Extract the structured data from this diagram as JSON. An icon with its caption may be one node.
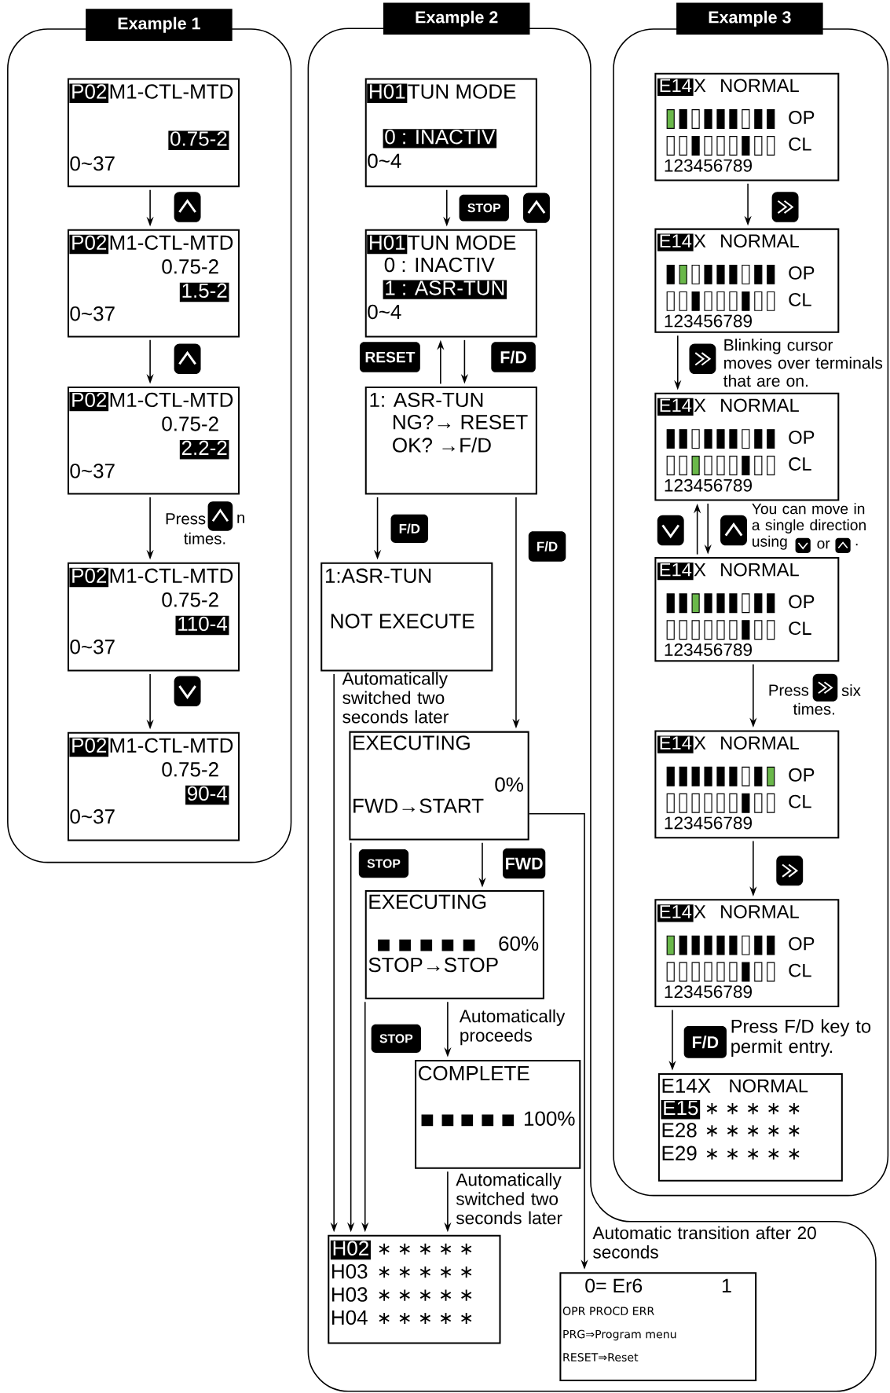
{
  "diagram": {
    "nodes": [
      {
        "text": [
          "Example 1"
        ]
      },
      {
        "text": [
          "P02",
          "M1-CTL-MTD",
          "0.75-2",
          "0~37"
        ],
        "in": 0
      },
      {
        "text": [
          "P02",
          "M1-CTL-MTD",
          "0.75-2",
          "1.5-2",
          "0~37"
        ],
        "in": 0
      },
      {
        "text": [
          "P02",
          "M1-CTL-MTD",
          "0.75-2",
          "2.2-2",
          "0~37"
        ],
        "in": 0
      },
      {
        "text": [
          "P02",
          "M1-CTL-MTD",
          "0.75-2",
          "110-4",
          "0~37"
        ],
        "in": 0
      },
      {
        "text": [
          "P02",
          "M1-CTL-MTD",
          "0.75-2",
          "90-4",
          "0~37"
        ],
        "in": 0
      },
      {
        "text": [
          "Example 2"
        ]
      },
      {
        "text": [
          "H01",
          "TUN MODE",
          "0 : INACTIV",
          "0~4"
        ],
        "in": 6
      },
      {
        "text": [
          "H01",
          "TUN MODE",
          "0 : INACTIV",
          "1 : ASR-TUN",
          "0~4"
        ],
        "in": 6
      },
      {
        "text": [
          "1: ASR-TUN",
          "NG?→ RESET",
          "OK? →F/D"
        ],
        "in": 6
      },
      {
        "text": [
          "1:ASR-TUN",
          "NOT EXECUTE"
        ],
        "in": 6
      },
      {
        "text": [
          "EXECUTING",
          "0%",
          "FWD→START"
        ],
        "in": 6
      },
      {
        "text": [
          "EXECUTING",
          "60%",
          "STOP→STOP"
        ],
        "in": 6
      },
      {
        "text": [
          "COMPLETE",
          "100%"
        ],
        "in": 6
      },
      {
        "text": [
          "H02",
          "∗ ∗ ∗ ∗ ∗",
          "H03",
          "∗ ∗ ∗ ∗ ∗",
          "H03",
          "∗ ∗ ∗ ∗ ∗",
          "H04",
          "∗ ∗ ∗ ∗ ∗"
        ],
        "in": 6
      },
      {
        "text": [
          "0= Er6",
          "1",
          "OPR PROCD ERR",
          "PRG⇒Program menu",
          "RESET⇒Reset"
        ],
        "in": 6
      },
      {
        "text": [
          "Example 3"
        ]
      },
      {
        "text": [
          "E14",
          "X",
          "NORMAL",
          "OP",
          "CL",
          "123456789"
        ],
        "in": 16
      },
      {
        "text": [
          "E14",
          "X",
          "NORMAL",
          "OP",
          "CL",
          "123456789"
        ],
        "in": 16
      },
      {
        "text": [
          "E14",
          "X",
          "NORMAL",
          "OP",
          "CL",
          "123456789"
        ],
        "in": 16
      },
      {
        "text": [
          "E14",
          "X",
          "NORMAL",
          "OP",
          "CL",
          "123456789"
        ],
        "in": 16
      },
      {
        "text": [
          "E14",
          "X",
          "NORMAL",
          "OP",
          "CL",
          "123456789"
        ],
        "in": 16
      },
      {
        "text": [
          "E14",
          "X",
          "NORMAL",
          "OP",
          "CL",
          "123456789"
        ],
        "in": 16
      },
      {
        "text": [
          "E14X",
          "NORMAL",
          "E15",
          "∗ ∗ ∗ ∗ ∗",
          "E28",
          "∗ ∗ ∗ ∗ ∗",
          "E29",
          "∗ ∗ ∗ ∗ ∗"
        ],
        "in": 16
      }
    ],
    "edges": [
      {
        "from": 1,
        "to": 2,
        "arrow": "to"
      },
      {
        "from": 2,
        "to": 3,
        "arrow": "to"
      },
      {
        "from": 3,
        "to": 4,
        "arrow": "to"
      },
      {
        "from": 4,
        "to": 5,
        "arrow": "to"
      },
      {
        "from": 7,
        "to": 8,
        "arrow": "to"
      },
      {
        "from": 8,
        "to": 9,
        "arrow": "to"
      },
      {
        "from": 9,
        "to": 8,
        "arrow": "to"
      },
      {
        "from": 9,
        "to": 10,
        "arrow": "to"
      },
      {
        "from": 9,
        "to": 11,
        "arrow": "to"
      },
      {
        "from": 10,
        "to": 14,
        "arrow": "to"
      },
      {
        "from": 11,
        "to": 14,
        "arrow": "to"
      },
      {
        "from": 11,
        "to": 12,
        "arrow": "to"
      },
      {
        "from": 12,
        "to": 14,
        "arrow": "to"
      },
      {
        "from": 12,
        "to": 13,
        "arrow": "to"
      },
      {
        "from": 13,
        "to": 14,
        "arrow": "to"
      },
      {
        "from": 11,
        "to": 15,
        "arrow": "to"
      },
      {
        "from": 17,
        "to": 18,
        "arrow": "to"
      },
      {
        "from": 18,
        "to": 19,
        "arrow": "to"
      },
      {
        "from": 20,
        "to": 19,
        "arrow": "to"
      },
      {
        "from": 19,
        "to": 20,
        "arrow": "to"
      },
      {
        "from": 20,
        "to": 21,
        "arrow": "to"
      },
      {
        "from": 21,
        "to": 22,
        "arrow": "to"
      },
      {
        "from": 22,
        "to": 23,
        "arrow": "to"
      }
    ],
    "labels": [
      "Press",
      "n",
      "times.",
      "STOP",
      "RESET",
      "F/D",
      "F/D",
      "F/D",
      "Automatically switched two seconds later",
      "STOP",
      "FWD",
      "STOP",
      "Automatically proceeds",
      "Automatically switched two seconds later",
      "Automatic transition after 20 seconds",
      "Blinking cursor moves over terminals that are on.",
      "You can move in a single direction using",
      "or",
      ".",
      "Press",
      "six",
      "times.",
      "F/D",
      "Press F/D key to permit entry."
    ]
  }
}
